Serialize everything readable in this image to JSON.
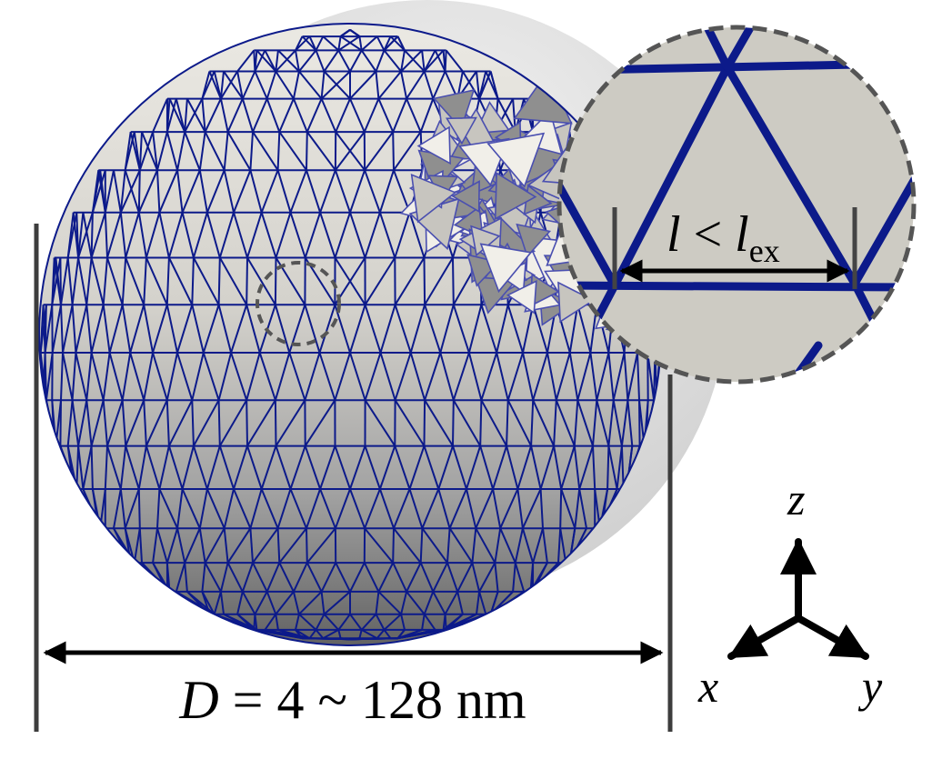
{
  "diameter_label": {
    "symbol": "D",
    "equals": " = ",
    "range": "4 ~ 128 nm"
  },
  "inset_label": {
    "symbol_l": "l",
    "relation": " < ",
    "symbol_lex": "l",
    "subscript": "ex"
  },
  "axes": {
    "z": "z",
    "x": "x",
    "y": "y"
  },
  "colors": {
    "mesh_edge": "#0c1a8a",
    "surface_light": "#e4e2dc",
    "surface_dark": "#6e6e6e",
    "dimension_line": "#3d3d3d",
    "inset_border": "#555555"
  }
}
